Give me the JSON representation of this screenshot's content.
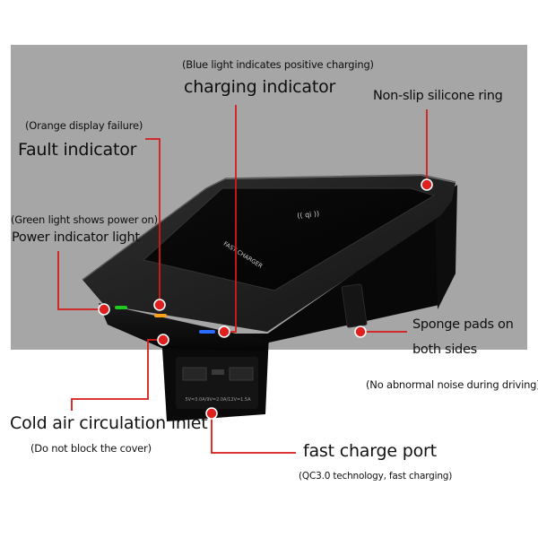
{
  "labels": {
    "charging_indicator": {
      "title": "charging indicator",
      "note": "(Blue light indicates positive charging)"
    },
    "non_slip_ring": {
      "title": "Non-slip silicone ring"
    },
    "fault_indicator": {
      "title": "Fault indicator",
      "note": "(Orange display failure)"
    },
    "power_indicator": {
      "title": "Power indicator light",
      "note": "(Green light shows power on)"
    },
    "sponge_pads": {
      "title_line1": "Sponge pads on",
      "title_line2": "both sides",
      "note": "(No abnormal noise during driving)"
    },
    "cold_air_inlet": {
      "title": "Cold air circulation inlet",
      "note": "(Do not block the cover)"
    },
    "fast_charge_port": {
      "title": "fast charge port",
      "note": "(QC3.0 technology, fast charging)"
    }
  },
  "device": {
    "pad_text": "FAST CHARGER",
    "qi_text": "(( qi ))",
    "port_text": "5V=3.0A/9V=2.0A/12V=1.5A"
  },
  "colors": {
    "background_panel": "#a6a6a6",
    "leader_line": "#d61a1a",
    "marker_dot": "#e01f1f",
    "power_led": "#22c822",
    "fault_led": "#ffa21a",
    "charging_led": "#2a6cff"
  }
}
